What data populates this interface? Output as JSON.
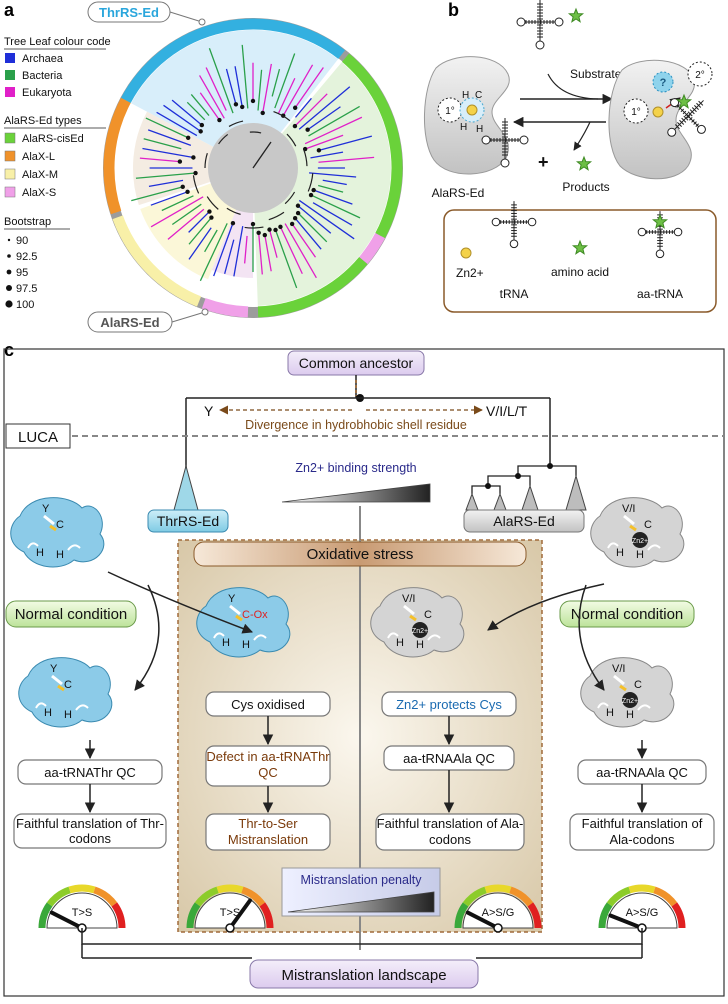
{
  "panel_labels": [
    "a",
    "b",
    "c"
  ],
  "panel_a": {
    "thrrs_ed_label": "ThrRS-Ed",
    "alars_ed_label": "AlaRS-Ed",
    "legend_title_leaf": "Tree Leaf colour code",
    "leaf_items": [
      {
        "label": "Archaea",
        "color": "#1f2fd8"
      },
      {
        "label": "Bacteria",
        "color": "#2aa04a"
      },
      {
        "label": "Eukaryota",
        "color": "#e020c8"
      }
    ],
    "legend_title_types": "AlaRS-Ed types",
    "type_items": [
      {
        "label": "AlaRS-cisEd",
        "color": "#6ad23a"
      },
      {
        "label": "AlaX-L",
        "color": "#f0922a"
      },
      {
        "label": "AlaX-M",
        "color": "#f8f0a8"
      },
      {
        "label": "AlaX-S",
        "color": "#f0a0e8"
      }
    ],
    "legend_title_bootstrap": "Bootstrap",
    "bootstrap_items": [
      "90",
      "92.5",
      "95",
      "97.5",
      "100"
    ]
  },
  "panel_b": {
    "primary_site": "1°",
    "secondary_site": "2°",
    "enzyme_label": "AlaRS-Ed",
    "substrate_label": "Substrate",
    "products_label": "Products",
    "plus": "+",
    "residues": [
      "H",
      "C",
      "H",
      "H"
    ],
    "question": "?",
    "key_zn": "Zn2+",
    "key_trna": "tRNA",
    "key_amino_acid": "amino acid",
    "key_aa_trna": "aa-tRNA"
  },
  "panel_c": {
    "common_ancestor": "Common ancestor",
    "left_residue": "Y",
    "right_residue": "V/I/L/T",
    "divergence": "Divergence in hydrobhobic shell residue",
    "luca": "LUCA",
    "zn_strength": "Zn2+ binding strength",
    "thrrs_ed": "ThrRS-Ed",
    "alars_ed": "AlaRS-Ed",
    "oxidative_stress": "Oxidative stress",
    "normal_condition": "Normal condition",
    "left_flow": [
      "aa-tRNAThr QC",
      "Faithful translation of Thr-codons"
    ],
    "center_left_flow": [
      "Cys oxidised",
      "Defect in aa-tRNAThr QC",
      "Thr-to-Ser Mistranslation"
    ],
    "center_right_flow": [
      "Zn2+ protects Cys",
      "aa-tRNAAla QC",
      "Faithful translation of Ala-codons"
    ],
    "right_flow": [
      "aa-tRNAAla QC",
      "Faithful translation of Ala-codons"
    ],
    "mistranslation_penalty": "Mistranslation penalty",
    "gauges": [
      {
        "label": "T>S",
        "level": 0.15
      },
      {
        "label": "T>S",
        "level": 0.7
      },
      {
        "label": "A>S/G",
        "level": 0.15
      },
      {
        "label": "A>S/G",
        "level": 0.12
      }
    ],
    "landscape": "Mistranslation landscape",
    "protein_residues": {
      "y": "Y",
      "c": "C",
      "h": "H",
      "c_ox": "C-Ox",
      "vi": "V/I",
      "zn": "Zn2+"
    }
  }
}
